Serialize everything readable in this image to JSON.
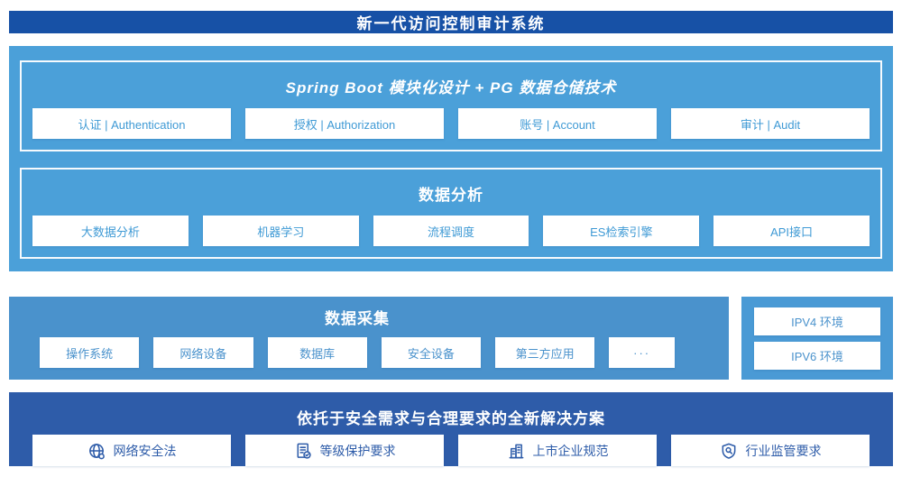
{
  "banner": {
    "title": "新一代访问控制审计系统"
  },
  "platform": {
    "modules": {
      "title": "Spring Boot 模块化设计 + PG 数据仓储技术",
      "items": [
        {
          "label": "认证 | Authentication"
        },
        {
          "label": "授权 | Authorization"
        },
        {
          "label": "账号 | Account"
        },
        {
          "label": "审计 | Audit"
        }
      ]
    },
    "analysis": {
      "title": "数据分析",
      "items": [
        {
          "label": "大数据分析"
        },
        {
          "label": "机器学习"
        },
        {
          "label": "流程调度"
        },
        {
          "label": "ES检索引擎"
        },
        {
          "label": "API接口"
        }
      ]
    }
  },
  "collection": {
    "title": "数据采集",
    "items": [
      {
        "label": "操作系统"
      },
      {
        "label": "网络设备"
      },
      {
        "label": "数据库"
      },
      {
        "label": "安全设备"
      },
      {
        "label": "第三方应用"
      },
      {
        "label": "···"
      }
    ]
  },
  "environments": {
    "items": [
      {
        "label": "IPV4 环境"
      },
      {
        "label": "IPV6 环境"
      }
    ]
  },
  "solution": {
    "title": "依托于安全需求与合理要求的全新解决方案",
    "items": [
      {
        "icon": "globe-icon",
        "label": "网络安全法"
      },
      {
        "icon": "document-check-icon",
        "label": "等级保护要求"
      },
      {
        "icon": "building-icon",
        "label": "上市企业规范"
      },
      {
        "icon": "shield-search-icon",
        "label": "行业监管要求"
      }
    ]
  },
  "colors": {
    "banner_bg": "#1751a6",
    "platform_bg": "#4ba0d9",
    "collection_bg": "#4a92cc",
    "env_bg": "#4a9ad5",
    "solution_bg": "#2e5ca9",
    "platform_item_text": "#3f9ad5",
    "collection_item_text": "#4a92cc",
    "solution_item_text": "#2e5ca9",
    "box_bg": "#ffffff"
  }
}
